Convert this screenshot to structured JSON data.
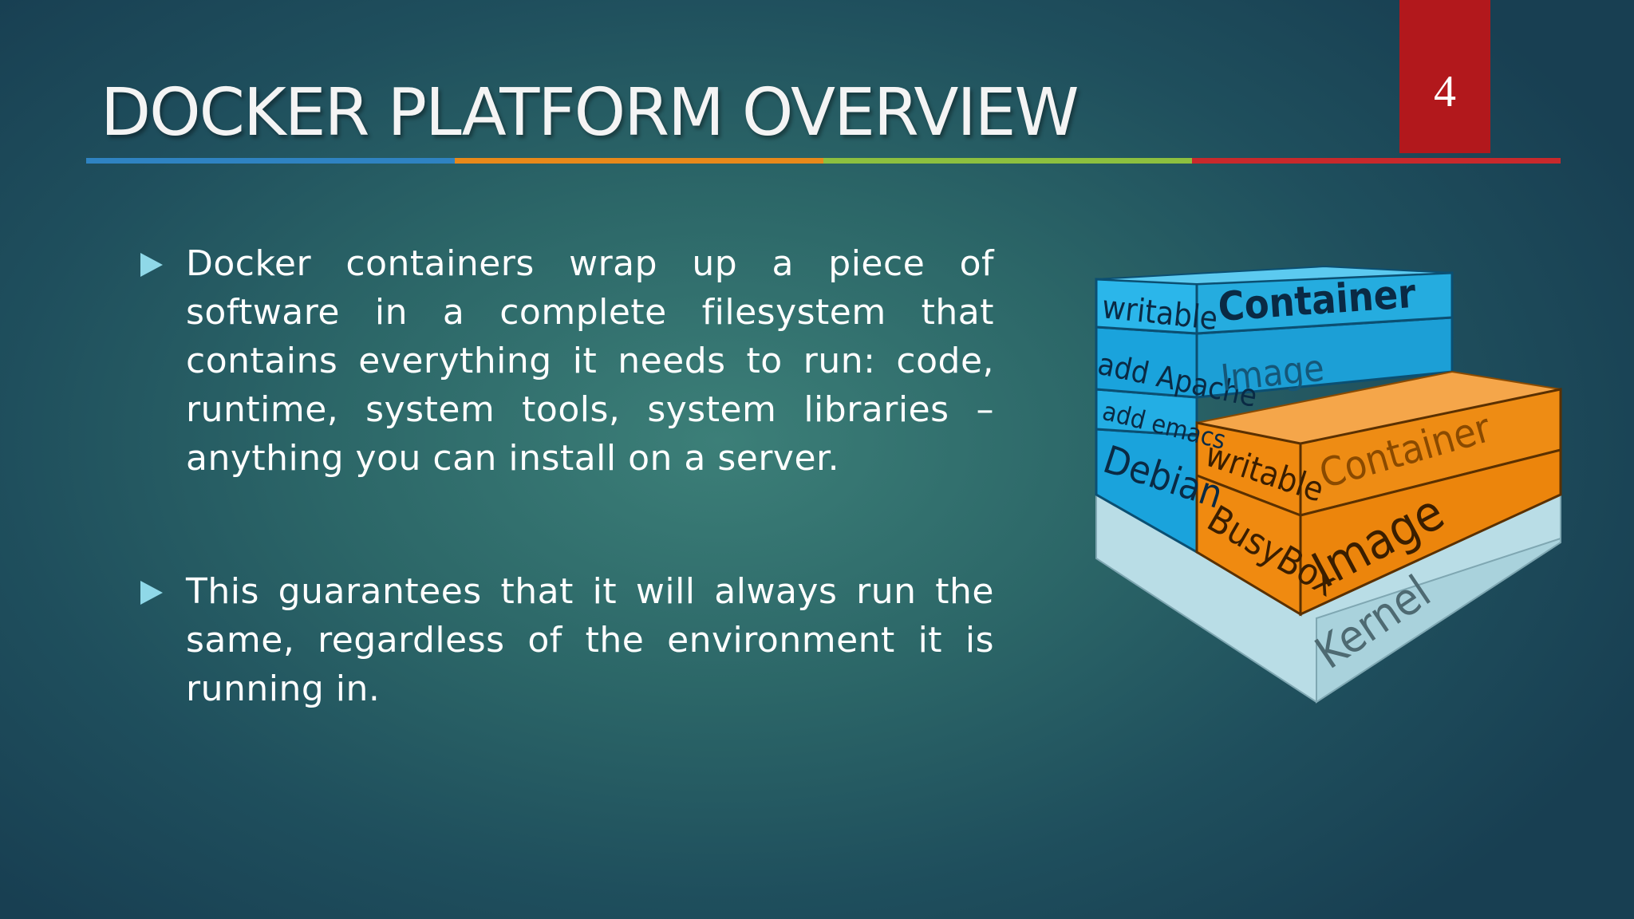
{
  "slide": {
    "title": "DOCKER PLATFORM OVERVIEW",
    "page_number": "4",
    "rule_colors": [
      "#2f83c2",
      "#e8891a",
      "#8dc03f",
      "#c8292c"
    ],
    "accent_color": "#b2181c",
    "bullet_icon": "triangle-right-icon"
  },
  "bullets": [
    {
      "text": "Docker containers wrap up a piece of software in a complete filesystem that contains everything it needs to run: code, runtime, system tools, system libraries – anything you can install on a server."
    },
    {
      "text": "This guarantees that it will always run the same, regardless of the environment it is running in."
    }
  ],
  "diagram": {
    "colors": {
      "blue": "#1aa3dc",
      "orange": "#f08a10",
      "kernel": "#b9dde6"
    },
    "labels": {
      "blue_writable": "writable",
      "blue_container": "Container",
      "add_apache": "add Apache",
      "blue_image": "Image",
      "add_emacs": "add emacs",
      "debian": "Debian",
      "orange_writable": "writable",
      "orange_container": "Container",
      "busybox": "BusyBox",
      "orange_image": "Image",
      "kernel": "Kernel"
    }
  }
}
